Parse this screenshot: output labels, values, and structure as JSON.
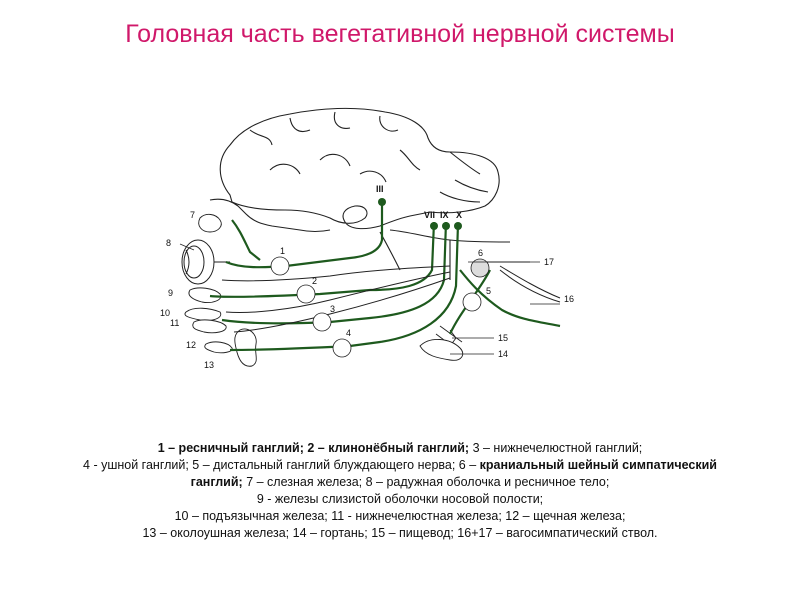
{
  "title": "Головная часть вегетативной нервной системы",
  "colors": {
    "title": "#d0186a",
    "nerve": "#1e5a1e",
    "outline": "#222222"
  },
  "diagram": {
    "nerve_labels": [
      "III",
      "VII",
      "IX",
      "X"
    ],
    "number_labels": [
      "1",
      "2",
      "3",
      "4",
      "5",
      "6",
      "7",
      "8",
      "9",
      "10",
      "11",
      "12",
      "13",
      "14",
      "15",
      "16",
      "17"
    ]
  },
  "caption": {
    "line1": {
      "b1": "1 – ресничный ганглий; 2 – клинонёбный ганглий;",
      "t1": " 3 – нижнечелюстной ганглий;"
    },
    "line2": {
      "t1": "4 - ушной ганглий; 5 – дистальный ганглий блуждающего нерва; 6 – ",
      "b1": "краниальный шейный симпатический ганглий;",
      "t2": " 7 – слезная железа; 8 – радужная оболочка и ресничное тело;"
    },
    "line3": "9 - железы слизистой оболочки носовой полости;",
    "line4": "10 – подъязычная железа; 11 - нижнечелюстная железа; 12 – щечная железа;",
    "line5": "13 – околоушная железа; 14 – гортань; 15 – пищевод; 16+17 – вагосимпатический ствол."
  }
}
